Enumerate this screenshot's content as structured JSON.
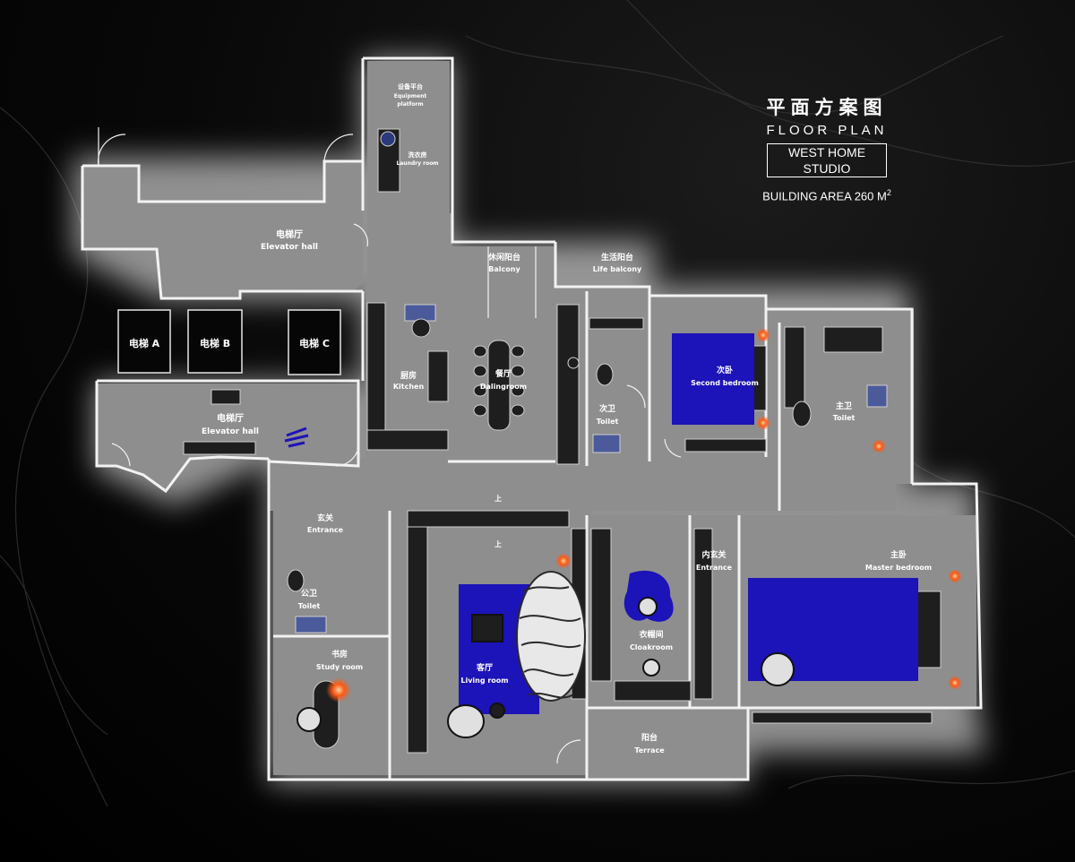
{
  "title": {
    "cn": "平面方案图",
    "en": "FLOOR PLAN",
    "studio": "WEST HOME STUDIO",
    "area_label": "BUILDING AREA",
    "area_value": "260",
    "area_unit": "M",
    "area_sup": "2"
  },
  "rooms": {
    "equipment_cn": "设备平台",
    "equipment_en1": "Equipment",
    "equipment_en2": "platform",
    "laundry_cn": "洗衣房",
    "laundry_en": "Laundry room",
    "elevator_hall_top_cn": "电梯厅",
    "elevator_hall_top_en": "Elevator hall",
    "elevator_a": "电梯 A",
    "elevator_b": "电梯 B",
    "elevator_c": "电梯 C",
    "elevator_hall_bottom_cn": "电梯厅",
    "elevator_hall_bottom_en": "Elevator hall",
    "balcony_cn": "休闲阳台",
    "balcony_en": "Balcony",
    "life_balcony_cn": "生活阳台",
    "life_balcony_en": "Life balcony",
    "kitchen_cn": "厨房",
    "kitchen_en": "Kitchen",
    "dining_cn": "餐厅",
    "dining_en": "Dalingroom",
    "second_toilet_cn": "次卫",
    "second_toilet_en": "Toilet",
    "second_bedroom_cn": "次卧",
    "second_bedroom_en": "Second bedroom",
    "master_toilet_cn": "主卫",
    "master_toilet_en": "Toilet",
    "entrance_cn": "玄关",
    "entrance_en": "Entrance",
    "public_toilet_cn": "公卫",
    "public_toilet_en": "Toilet",
    "study_cn": "书房",
    "study_en": "Study room",
    "living_cn": "客厅",
    "living_en": "Living room",
    "cloakroom_cn": "衣帽间",
    "cloakroom_en": "Cloakroom",
    "inner_entrance_cn": "内玄关",
    "inner_entrance_en": "Entrance",
    "master_bedroom_cn": "主卧",
    "master_bedroom_en": "Master bedroom",
    "terrace_cn": "阳台",
    "terrace_en": "Terrace",
    "stair_up_1": "上",
    "stair_up_2": "上"
  },
  "colors": {
    "background": "#000000",
    "floor": "#8e8e8e",
    "wall": "#f2f2f2",
    "furniture_dark": "#1e1e1e",
    "accent_blue": "#1c13b8",
    "light_orange": "#ff5a14",
    "glow": "#ffffff"
  }
}
